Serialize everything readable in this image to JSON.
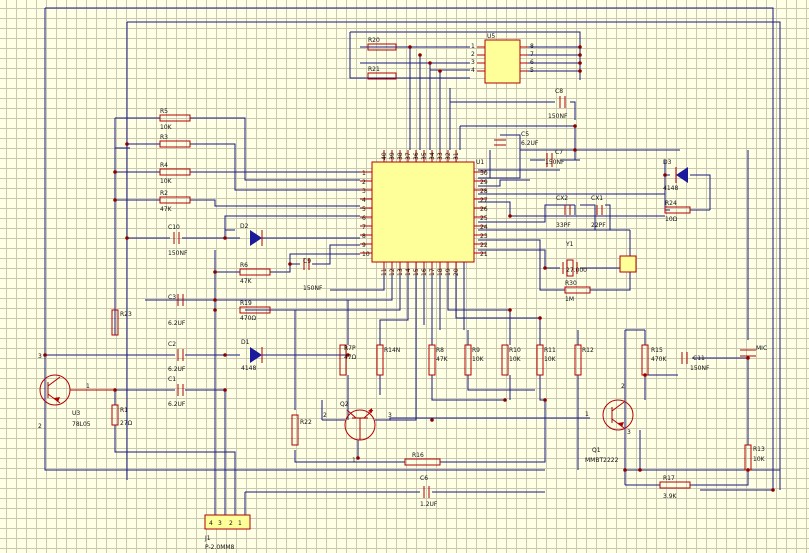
{
  "schematic": {
    "ic_main": {
      "ref": "U1",
      "left_pins": [
        "1",
        "2",
        "3",
        "4",
        "5",
        "6",
        "7",
        "8",
        "9",
        "10"
      ],
      "right_pins": [
        "30",
        "29",
        "28",
        "27",
        "26",
        "25",
        "24",
        "23",
        "22",
        "21"
      ],
      "top_pins": [
        "40",
        "39",
        "38",
        "37",
        "36",
        "35",
        "34",
        "33",
        "32",
        "31"
      ],
      "bottom_pins": [
        "11",
        "12",
        "13",
        "14",
        "15",
        "16",
        "17",
        "18",
        "19",
        "20"
      ]
    },
    "ic_u5": {
      "ref": "U5",
      "left_pins": [
        "1",
        "2",
        "3",
        "4"
      ],
      "right_pins": [
        "8",
        "7",
        "6",
        "5"
      ]
    },
    "resistors": [
      {
        "ref": "R20",
        "value": ""
      },
      {
        "ref": "R21",
        "value": ""
      },
      {
        "ref": "R5",
        "value": "10K"
      },
      {
        "ref": "R3",
        "value": ""
      },
      {
        "ref": "R4",
        "value": "10K"
      },
      {
        "ref": "R2",
        "value": "47K"
      },
      {
        "ref": "R6",
        "value": "47K"
      },
      {
        "ref": "R19",
        "value": "470Ω"
      },
      {
        "ref": "R23",
        "value": ""
      },
      {
        "ref": "R1",
        "value": "27Ω"
      },
      {
        "ref": "R7P",
        "value": "47Ω"
      },
      {
        "ref": "R14N",
        "value": ""
      },
      {
        "ref": "R8",
        "value": "47K"
      },
      {
        "ref": "R9",
        "value": "10K"
      },
      {
        "ref": "R10",
        "value": "10K"
      },
      {
        "ref": "R11",
        "value": "10K"
      },
      {
        "ref": "R12",
        "value": ""
      },
      {
        "ref": "R15",
        "value": "470K"
      },
      {
        "ref": "R13",
        "value": "10K"
      },
      {
        "ref": "R17",
        "value": "3.9K"
      },
      {
        "ref": "R16",
        "value": ""
      },
      {
        "ref": "R22",
        "value": ""
      },
      {
        "ref": "R24",
        "value": "10Ω"
      },
      {
        "ref": "R30",
        "value": "1M"
      }
    ],
    "capacitors": [
      {
        "ref": "C8",
        "value": "150NF"
      },
      {
        "ref": "C5",
        "value": "6.2UF"
      },
      {
        "ref": "C7",
        "value": "150NF"
      },
      {
        "ref": "C10",
        "value": "150NF"
      },
      {
        "ref": "C9",
        "value": "150NF"
      },
      {
        "ref": "C3",
        "value": "6.2UF"
      },
      {
        "ref": "C2",
        "value": "6.2UF"
      },
      {
        "ref": "C1",
        "value": "6.2UF"
      },
      {
        "ref": "C6",
        "value": "1.2UF"
      },
      {
        "ref": "C11",
        "value": "150NF"
      },
      {
        "ref": "CX2",
        "value": "33PF"
      },
      {
        "ref": "CX1",
        "value": "22PF"
      }
    ],
    "diodes": [
      {
        "ref": "D1",
        "value": "4148"
      },
      {
        "ref": "D2",
        "value": ""
      },
      {
        "ref": "D3",
        "value": "4148"
      }
    ],
    "transistors": [
      {
        "ref": "Q1",
        "value": "MMBT2222"
      },
      {
        "ref": "Q2",
        "value": ""
      }
    ],
    "regulator": {
      "ref": "U3",
      "value": "78L05",
      "pin1": "1",
      "pin2": "2",
      "pin3": "3"
    },
    "crystal": {
      "ref": "Y1",
      "value": "27.000"
    },
    "mic": {
      "ref": "MIC"
    },
    "connector": {
      "ref": "J1",
      "value": "P-2.0MM8",
      "pins": [
        "4",
        "3",
        "2",
        "1"
      ]
    },
    "transistor_pins": {
      "q1_b": "1",
      "q1_c": "2",
      "q1_e": "3",
      "q2_b": "2",
      "q2_c": "3",
      "q2_e": "1"
    },
    "colors": {
      "wire": "#1a1a80",
      "component": "#b00000",
      "chip_fill": "#ffff99",
      "grid": "#c9c9b2",
      "background": "#ffffe6",
      "diode": "#1a1a9a"
    }
  }
}
